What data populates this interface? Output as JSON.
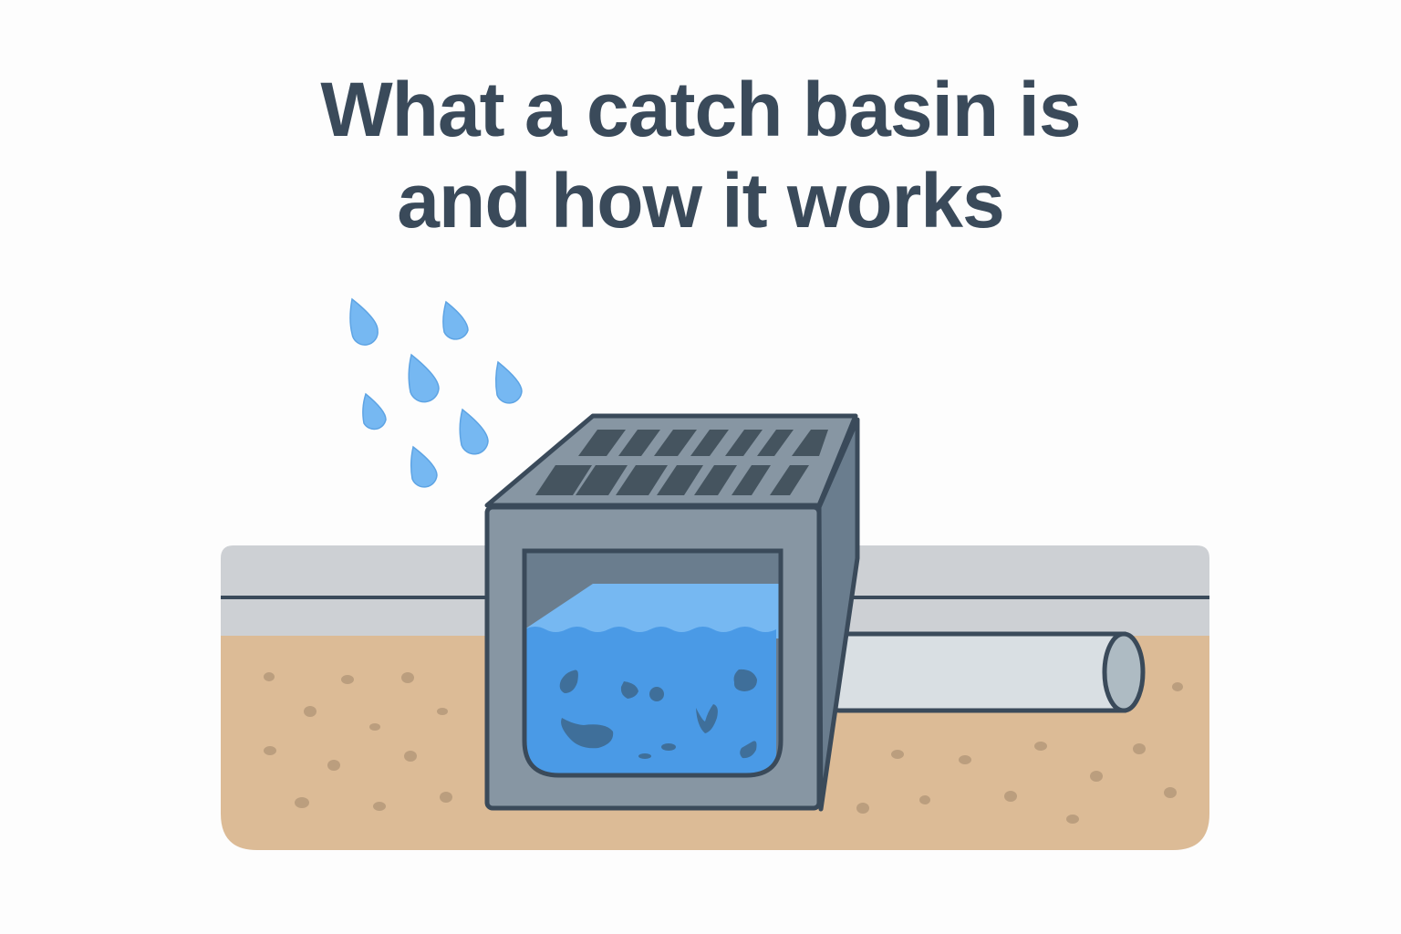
{
  "title": {
    "line1": "What a catch basin is",
    "line2": "and how it works"
  },
  "colors": {
    "title_text": "#3a4a5a",
    "outline": "#3a4a5a",
    "rain": "#6fb2ee",
    "pavement": "#cdd0d4",
    "soil": "#dcbb96",
    "soil_pebbles": "#bb9e7e",
    "basin_front": "#8796a3",
    "basin_side": "#6a7d8e",
    "basin_top": "#8796a3",
    "grate_slots": "#45545f",
    "chamber_air": "#6a7d8e",
    "water_surface": "#76b8f2",
    "water": "#4a9ae6",
    "debris": "#3f6f9a",
    "pipe": "#d9dfe3",
    "pipe_end": "#aebbc3"
  },
  "illustration": {
    "elements": [
      "rain-drops",
      "catch-basin",
      "grate",
      "water-chamber",
      "debris",
      "outlet-pipe",
      "pavement",
      "soil"
    ]
  }
}
